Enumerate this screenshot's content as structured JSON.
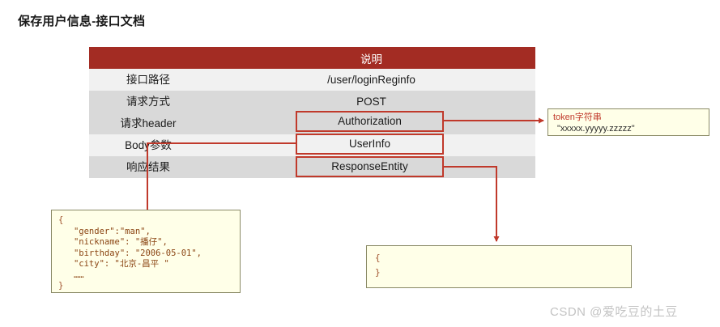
{
  "page": {
    "title": "保存用户信息-接口文档",
    "watermark": "CSDN @爱吃豆的土豆",
    "accent_red": "#C0392B",
    "header_red": "#A32C23",
    "note_bg": "#FFFFE8",
    "note_border": "#8A8A66"
  },
  "table": {
    "columns": [
      "",
      "说明"
    ],
    "rows": [
      {
        "label": "接口路径",
        "value": "/user/loginReginfo",
        "boxed": false
      },
      {
        "label": "请求方式",
        "value": "POST",
        "boxed": false
      },
      {
        "label": "请求header",
        "value": "Authorization",
        "boxed": true
      },
      {
        "label": "Body参数",
        "value": "UserInfo",
        "boxed": true
      },
      {
        "label": "响应结果",
        "value": "ResponseEntity",
        "boxed": true
      }
    ]
  },
  "annotations": {
    "token_note": {
      "title": "token字符串",
      "value": "\"xxxxx.yyyyy.zzzzz\""
    },
    "userinfo_note": {
      "lines": [
        "{",
        "   \"gender\":\"man\",",
        "   \"nickname\": \"播仔\",",
        "   \"birthday\": \"2006-05-01\",",
        "   \"city\": \"北京-昌平 \"",
        "   ……",
        "}"
      ]
    },
    "response_note": {
      "lines": [
        "{",
        "}"
      ]
    }
  }
}
